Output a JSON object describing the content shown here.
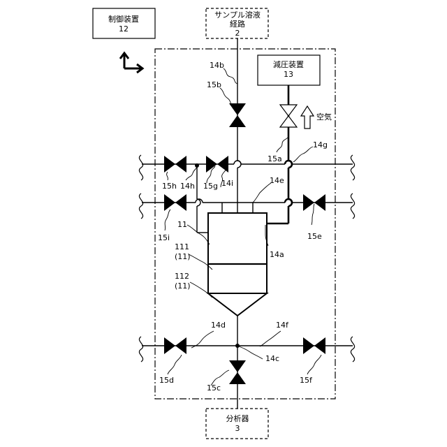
{
  "boxes": {
    "control": {
      "line1": "制御装置",
      "line2": "12"
    },
    "sample": {
      "line1": "サンプル溶液",
      "line2": "経路",
      "line3": "2"
    },
    "pressure": {
      "line1": "減圧装置",
      "line2": "13"
    },
    "analyzer": {
      "line1": "分析器",
      "line2": "3"
    }
  },
  "air_label": "空気",
  "labels": {
    "l14b": "14b",
    "l15b": "15b",
    "l15a": "15a",
    "l14g": "14g",
    "l15h": "15h",
    "l14h": "14h",
    "l15g": "15g",
    "l14i": "14i",
    "l14e": "14e",
    "l15i": "15i",
    "l11": "11",
    "l15e": "15e",
    "l111a": "111",
    "l111b": "(11)",
    "l14a": "14a",
    "l112a": "112",
    "l112b": "(11)",
    "l14d": "14d",
    "l14f": "14f",
    "l14c": "14c",
    "l15d": "15d",
    "l15c": "15c",
    "l15f": "15f"
  }
}
